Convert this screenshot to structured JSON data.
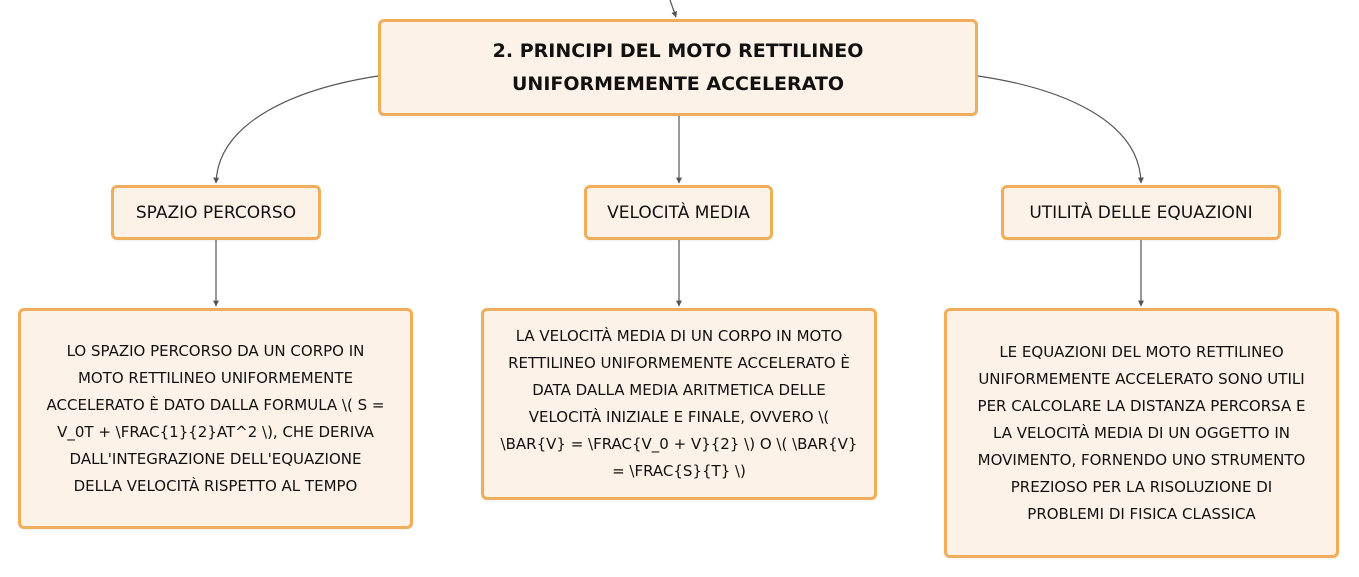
{
  "diagram": {
    "root": {
      "title": "2. PRINCIPI DEL MOTO RETTILINEO UNIFORMEMENTE ACCELERATO"
    },
    "branches": [
      {
        "topic": "SPAZIO PERCORSO",
        "detail": "LO SPAZIO PERCORSO DA UN CORPO IN MOTO RETTILINEO UNIFORMEMENTE ACCELERATO È DATO DALLA FORMULA \\( S = V_0T + \\FRAC{1}{2}AT^2 \\), CHE DERIVA DALL'INTEGRAZIONE DELL'EQUAZIONE DELLA VELOCITÀ RISPETTO AL TEMPO"
      },
      {
        "topic": "VELOCITÀ MEDIA",
        "detail": "LA VELOCITÀ MEDIA DI UN CORPO IN MOTO RETTILINEO UNIFORMEMENTE ACCELERATO È DATA DALLA MEDIA ARITMETICA DELLE VELOCITÀ INIZIALE E FINALE, OVVERO \\( \\BAR{V} = \\FRAC{V_0 + V}{2} \\) O \\( \\BAR{V} = \\FRAC{S}{T} \\)"
      },
      {
        "topic": "UTILITÀ DELLE EQUAZIONI",
        "detail": "LE EQUAZIONI DEL MOTO RETTILINEO UNIFORMEMENTE ACCELERATO SONO UTILI PER CALCOLARE LA DISTANZA PERCORSA E LA VELOCITÀ MEDIA DI UN OGGETTO IN MOVIMENTO, FORNENDO UNO STRUMENTO PREZIOSO PER LA RISOLUZIONE DI PROBLEMI DI FISICA CLASSICA"
      }
    ],
    "colors": {
      "node_fill": "#fdf2e7",
      "node_border": "#f0ad5c",
      "connector": "#555555"
    }
  }
}
